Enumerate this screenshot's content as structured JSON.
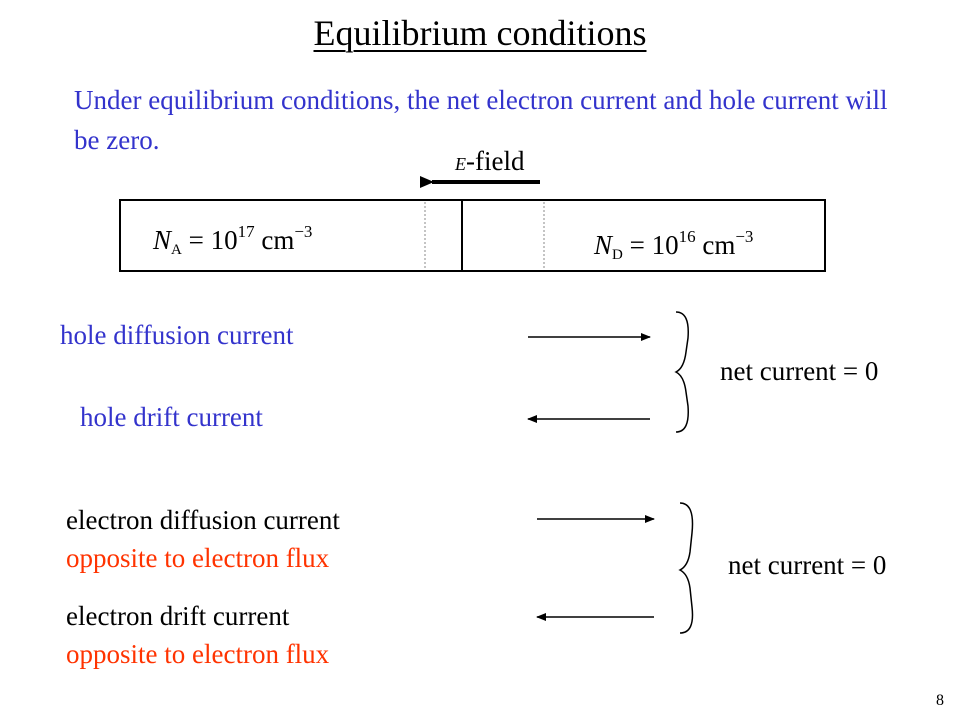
{
  "title": "Equilibrium conditions",
  "intro": "Under equilibrium conditions, the net electron current and hole current will be zero.",
  "field_label": {
    "symbol": "E",
    "suffix": "-field"
  },
  "junction": {
    "left": {
      "symbol": "N",
      "sub": "A",
      "base": " = 10",
      "exp": "17",
      "unit": " cm",
      "unit_exp": "−3"
    },
    "right": {
      "symbol": "N",
      "sub": "D",
      "base": " = 10",
      "exp": "16",
      "unit": " cm",
      "unit_exp": "−3"
    }
  },
  "hole_group": {
    "diffusion": "hole diffusion current",
    "drift": "hole drift current",
    "net": "net current = 0"
  },
  "electron_group": {
    "diffusion": "electron diffusion current",
    "diffusion_note": "opposite to electron flux",
    "drift": "electron drift current",
    "drift_note": "opposite to electron flux",
    "net": "net current = 0"
  },
  "page_number": "8",
  "colors": {
    "blue_text": "#3333cc",
    "red_text": "#ff3300"
  }
}
